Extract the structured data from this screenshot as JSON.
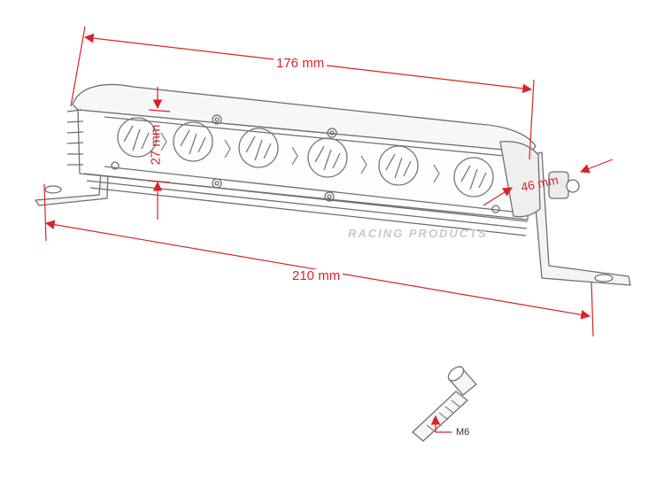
{
  "dimensions": {
    "length_top": "176 mm",
    "height": "27 mm",
    "depth": "46 mm",
    "length_total": "210 mm"
  },
  "bolt": {
    "label": "M6"
  },
  "watermark": {
    "text": "RACING PRODUCTS"
  },
  "colors": {
    "dimension": "#d8232a",
    "line_art": "#6f6f6f",
    "background": "#ffffff"
  },
  "led_count": 6
}
